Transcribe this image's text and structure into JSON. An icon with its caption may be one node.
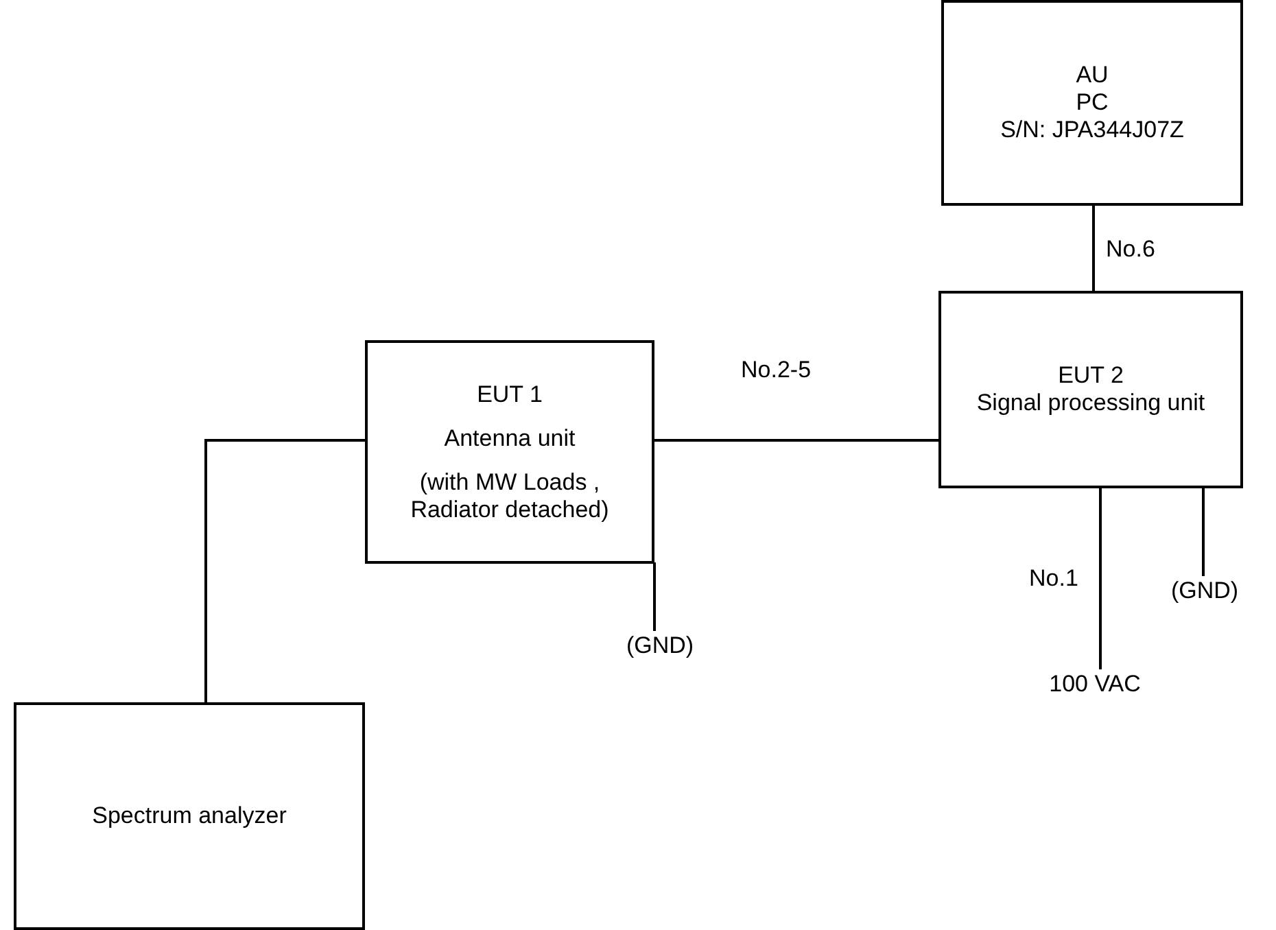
{
  "diagram": {
    "nodes": [
      {
        "text": [
          "AU",
          "PC",
          "S/N: JPA344J07Z"
        ]
      },
      {
        "text": [
          "EUT 1",
          "Antenna unit",
          "(with MW Loads , Radiator detached)"
        ]
      },
      {
        "text": [
          "EUT 2",
          "Signal processing unit"
        ]
      },
      {
        "text": [
          "(GND)"
        ]
      },
      {
        "text": [
          "(GND)"
        ]
      },
      {
        "text": [
          "100 VAC"
        ]
      },
      {
        "text": [
          "Spectrum analyzer"
        ]
      }
    ],
    "edges": [
      {
        "from": 0,
        "to": 2,
        "arrow": "none",
        "label": "No.6"
      },
      {
        "from": 1,
        "to": 2,
        "arrow": "none",
        "label": "No.2-5"
      },
      {
        "from": 6,
        "to": 1,
        "arrow": "none"
      },
      {
        "from": 1,
        "to": 4,
        "arrow": "none"
      },
      {
        "from": 2,
        "to": 5,
        "arrow": "none",
        "label": "No.1"
      },
      {
        "from": 2,
        "to": 3,
        "arrow": "none"
      }
    ]
  }
}
